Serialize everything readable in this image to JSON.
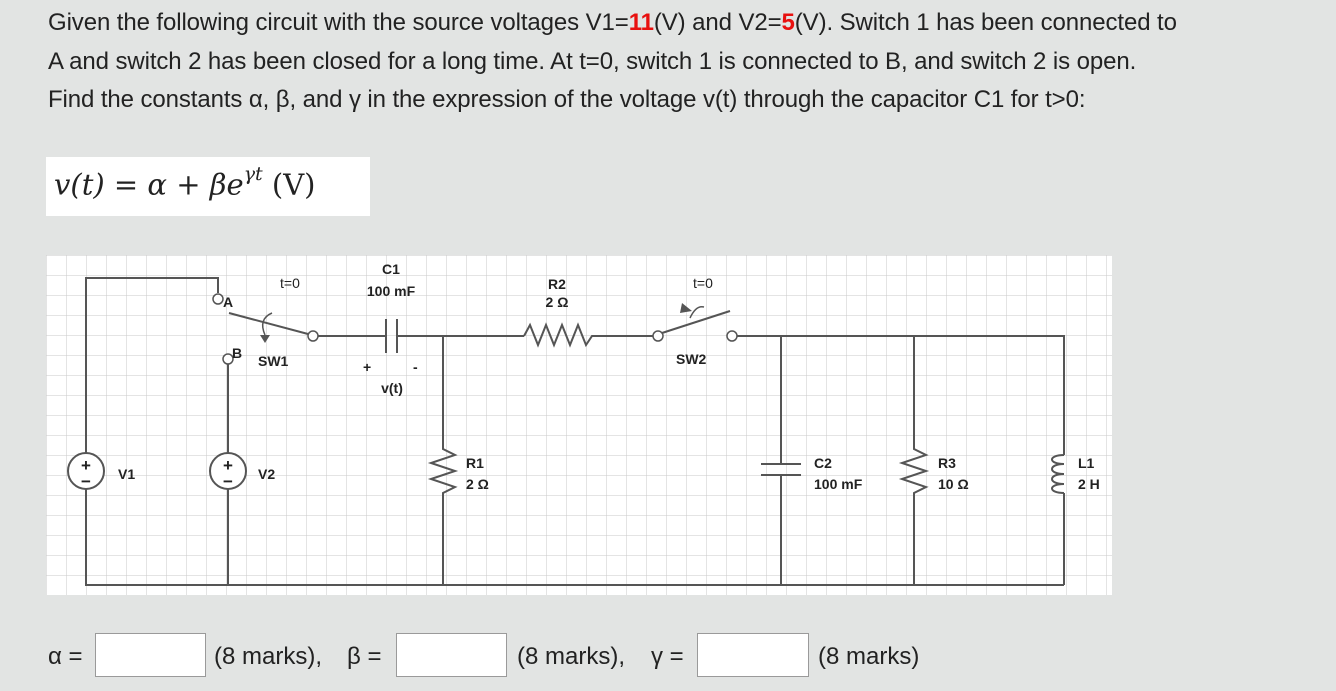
{
  "question": {
    "part1": "Given the following circuit with the source voltages V1=",
    "v1_value": "11",
    "part2": "(V) and V2=",
    "v2_value": "5",
    "part3": "(V). Switch 1 has been connected to",
    "line2": "A and switch 2 has been closed for a long time. At t=0, switch 1 is connected to B, and switch 2 is open.",
    "line3": "Find the constants α, β, and γ in the expression of the voltage v(t) through the capacitor C1 for t>0:"
  },
  "formula": {
    "lhs": "v(t)",
    "eq": " = ",
    "alpha": "α",
    "plus": " + ",
    "beta": "β",
    "e": "e",
    "exponent": "γt",
    "unit": " (V)"
  },
  "circuit": {
    "sw1_time": "t=0",
    "node_a": "A",
    "node_b": "B",
    "sw1_name": "SW1",
    "c1_name": "C1",
    "c1_value": "100 mF",
    "vt_plus": "+",
    "vt_minus": "-",
    "vt_label": "v(t)",
    "r2_name": "R2",
    "r2_value": "2 Ω",
    "sw2_time": "t=0",
    "sw2_name": "SW2",
    "v1_name": "V1",
    "v2_name": "V2",
    "r1_name": "R1",
    "r1_value": "2 Ω",
    "c2_name": "C2",
    "c2_value": "100 mF",
    "r3_name": "R3",
    "r3_value": "10 Ω",
    "l1_name": "L1",
    "l1_value": "2 H",
    "source_plus": "+",
    "source_minus": "−"
  },
  "answers": {
    "alpha_label": "α =",
    "alpha_value": "",
    "alpha_marks": "(8 marks),",
    "beta_label": "β =",
    "beta_value": "",
    "beta_marks": "(8 marks),",
    "gamma_label": "γ =",
    "gamma_value": "",
    "gamma_marks": "(8 marks)"
  },
  "colors": {
    "background": "#e2e4e3",
    "highlight": "#e8100f",
    "wire": "#555555"
  }
}
